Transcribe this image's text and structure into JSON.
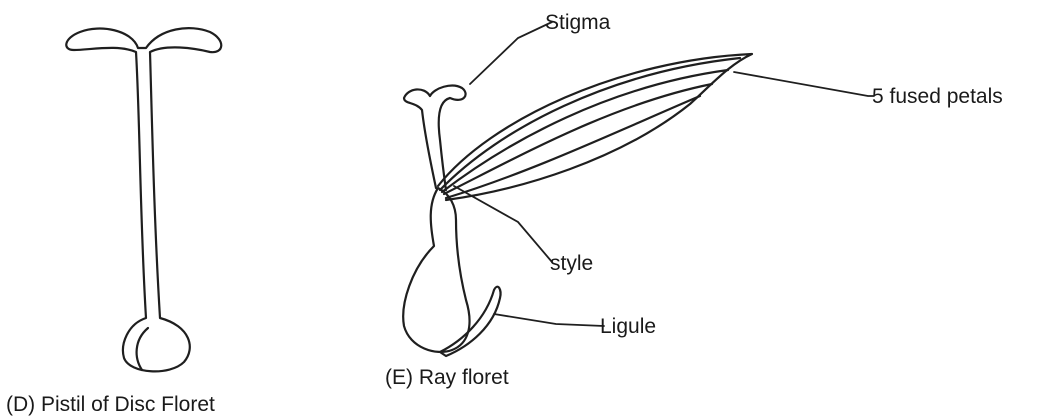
{
  "figure_d": {
    "caption": "(D) Pistil of Disc Floret"
  },
  "figure_e": {
    "caption": "(E) Ray floret",
    "labels": {
      "stigma": "Stigma",
      "petals": "5 fused petals",
      "style": "style",
      "ligule": "Ligule"
    }
  }
}
